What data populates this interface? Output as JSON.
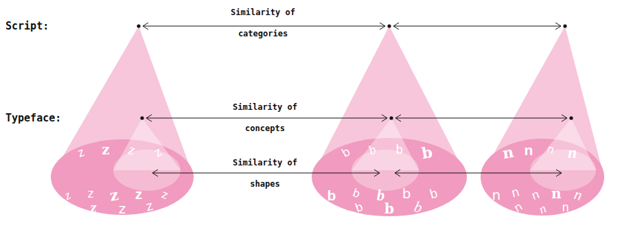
{
  "diagram": {
    "labels": [
      "Script:",
      "Similarity of categories",
      "Typeface:",
      "Similarity of concepts",
      "Similarity of shapes",
      "z",
      "z",
      "z",
      "z",
      "z",
      "z",
      "z",
      "z",
      "z",
      "z",
      "z",
      "z",
      "b",
      "b",
      "b",
      "b",
      "b",
      "b",
      "b",
      "b",
      "b",
      "b",
      "b",
      "b",
      "n",
      "n",
      "n",
      "n",
      "n",
      "n",
      "n",
      "n",
      "n",
      "n",
      "n",
      "n"
    ]
  }
}
